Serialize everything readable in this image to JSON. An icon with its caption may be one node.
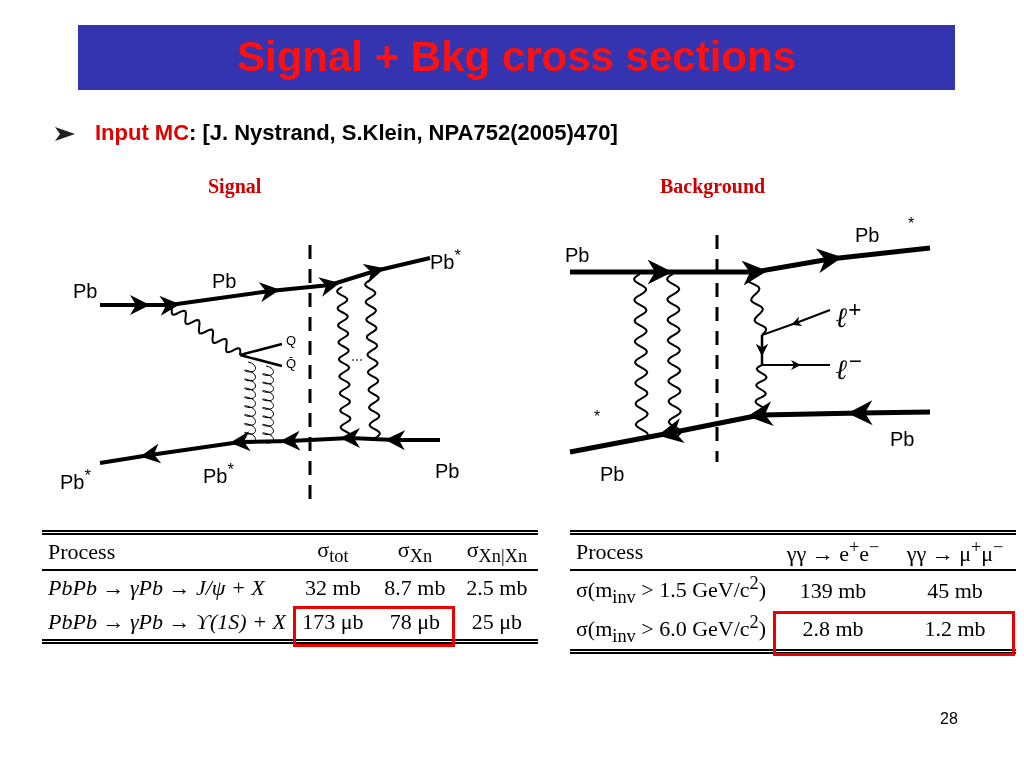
{
  "diagram": {
    "title": "Signal + Bkg cross sections",
    "labels": [
      "Input MC",
      ": [J. Nystrand, S.Klein, NPA752(2005)470]",
      "Signal",
      "Background",
      "Pb",
      "Pb",
      "Pb$^{*}$",
      "Q",
      "Q̄",
      "Pb$^{*}$",
      "Pb$^{*}$",
      "Pb",
      "Pb",
      "Pb",
      "*",
      "ℓ$^{+}$",
      "ℓ$^{−}$",
      "*",
      "Pb",
      "Pb",
      "Process",
      "σ$_{tot}$",
      "σ$_{Xn}$",
      "σ$_{Xn|Xn}$",
      "PbPb → γPb → J/ψ + X",
      "32 mb",
      "8.7 mb",
      "2.5 mb",
      "PbPb → γPb → ϒ(1S) + X",
      "173 μb",
      "78 μb",
      "25 μb",
      "Process",
      "γγ → e$^{+}$e$^{−}$",
      "γγ → μ$^{+}$μ$^{−}$",
      "σ(m$_{inv}$ > 1.5 GeV/c$^{2}$)",
      "139 mb",
      "45 mb",
      "σ(m$_{inv}$ > 6.0 GeV/c$^{2}$)",
      "2.8 mb",
      "1.2 mb",
      "28"
    ]
  }
}
